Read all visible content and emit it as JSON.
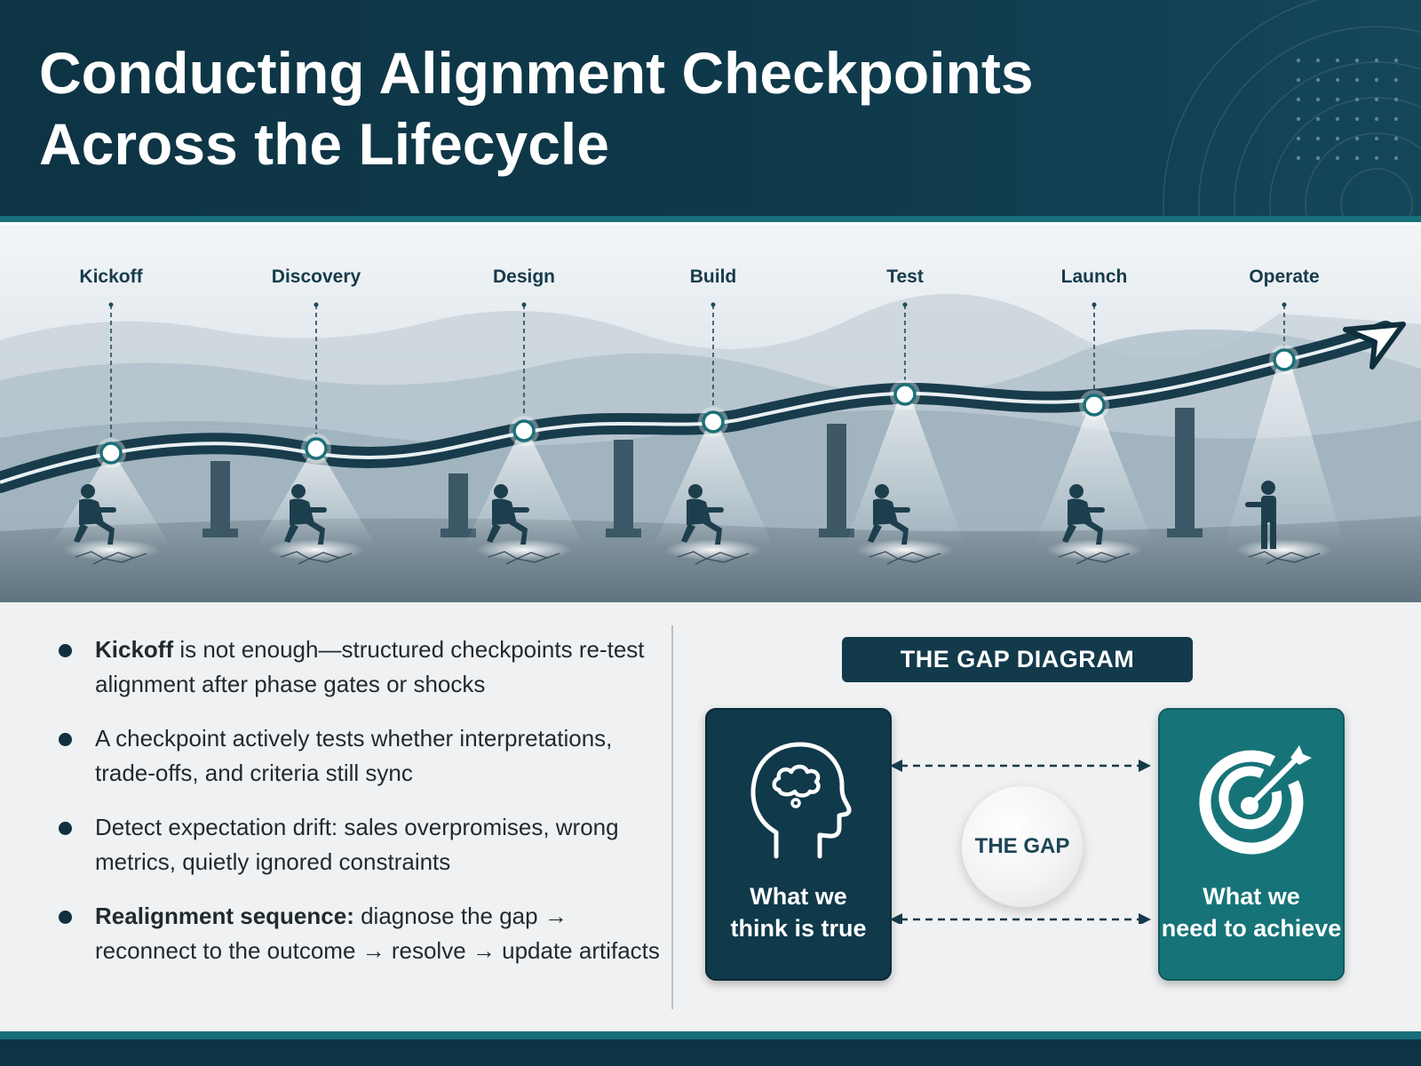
{
  "title": {
    "line1": "Conducting Alignment Checkpoints",
    "line2": "Across the Lifecycle"
  },
  "phases": [
    "Kickoff",
    "Discovery",
    "Design",
    "Build",
    "Test",
    "Launch",
    "Operate"
  ],
  "bullets": [
    {
      "lead": "Kickoff",
      "text": " is not enough—structured checkpoints re-test alignment after phase gates or shocks"
    },
    {
      "lead": "",
      "text": "A checkpoint actively tests whether interpretations, trade-offs, and criteria still sync"
    },
    {
      "lead": "",
      "text": "Detect expectation drift: sales overpromises, wrong metrics, quietly ignored constraints"
    },
    {
      "lead": "Realignment sequence:",
      "text": " diagnose the gap → reconnect to the outcome → resolve → update artifacts"
    }
  ],
  "gap": {
    "title": "THE GAP DIAGRAM",
    "left_line1": "What we",
    "left_line2": "think is true",
    "right_line1": "What we",
    "right_line2": "need to achieve",
    "center": "THE GAP",
    "left_icon": "head-thought-icon",
    "right_icon": "target-arrow-icon"
  },
  "colors": {
    "header": "#0d3444",
    "accent_teal": "#17707a",
    "card_dark": "#10394a",
    "card_teal": "#167478"
  }
}
